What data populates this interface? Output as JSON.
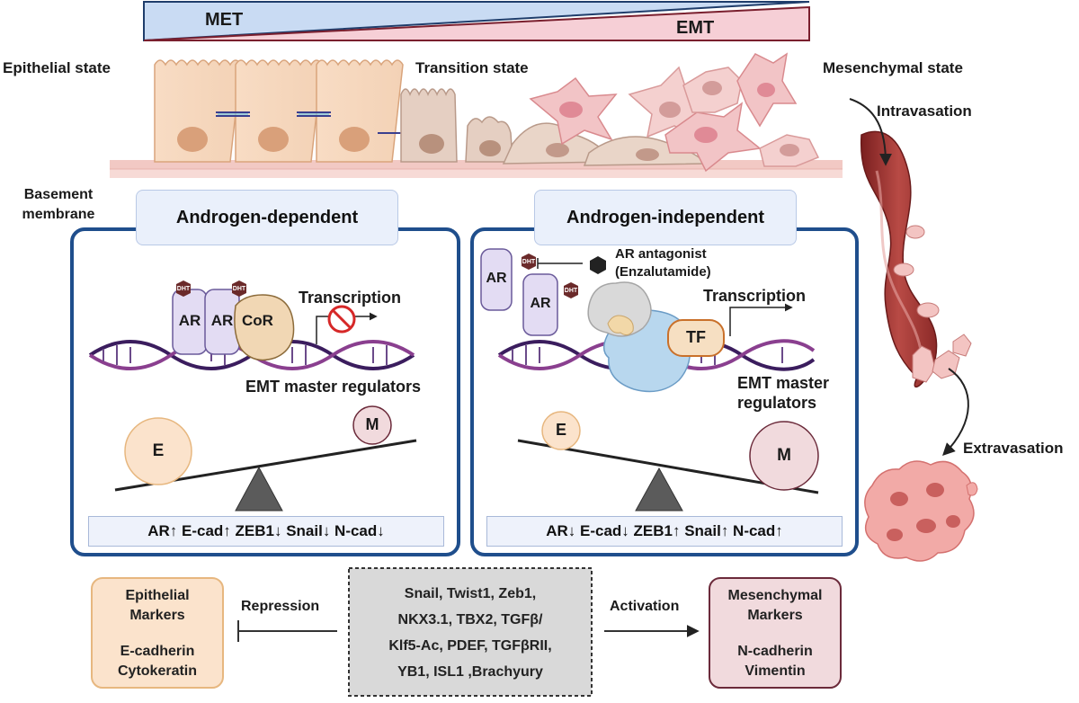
{
  "gradient": {
    "met": "MET",
    "emt": "EMT"
  },
  "states": {
    "epithelial": "Epithelial state",
    "transition": "Transition state",
    "mesenchymal": "Mesenchymal state",
    "basement": [
      "Basement",
      "membrane"
    ],
    "intravasation": "Intravasation",
    "extravasation": "Extravasation"
  },
  "left_panel": {
    "header": "Androgen-dependent",
    "dht": "DHT",
    "ar": "AR",
    "cor": "CoR",
    "transcription": "Transcription",
    "regulators": "EMT master regulators",
    "e": "E",
    "m": "M",
    "markers": "AR↑ E-cad↑ ZEB1↓ Snail↓ N-cad↓"
  },
  "right_panel": {
    "header": "Androgen-independent",
    "dht": "DHT",
    "ar": "AR",
    "antagonist": [
      "AR antagonist",
      "(Enzalutamide)"
    ],
    "transcription": "Transcription",
    "tf": "TF",
    "regulators": [
      "EMT master",
      "regulators"
    ],
    "e": "E",
    "m": "M",
    "markers": "AR↓ E-cad↓ ZEB1↑ Snail↑ N-cad↑"
  },
  "bottom": {
    "epithelial": [
      "Epithelial",
      "Markers",
      "E-cadherin",
      "Cytokeratin"
    ],
    "repression": "Repression",
    "factors": [
      "Snail, Twist1, Zeb1,",
      "NKX3.1, TBX2, TGFβ/",
      "Klf5-Ac, PDEF, TGFβRII,",
      "YB1, ISL1 ,Brachyury"
    ],
    "activation": "Activation",
    "mesenchymal": [
      "Mesenchymal",
      "Markers",
      "N-cadherin",
      "Vimentin"
    ]
  },
  "colors": {
    "panel_border": "#1f4e8c",
    "dna_dark": "#3b1d5e",
    "dna_light": "#8a3f8f",
    "ar_fill": "#e3dcf3",
    "dht_fill": "#6b2a2a",
    "epithelial_fill": "#fbe3cc",
    "mesenchymal_fill": "#f1dadd",
    "factors_fill": "#d9d9d9"
  }
}
